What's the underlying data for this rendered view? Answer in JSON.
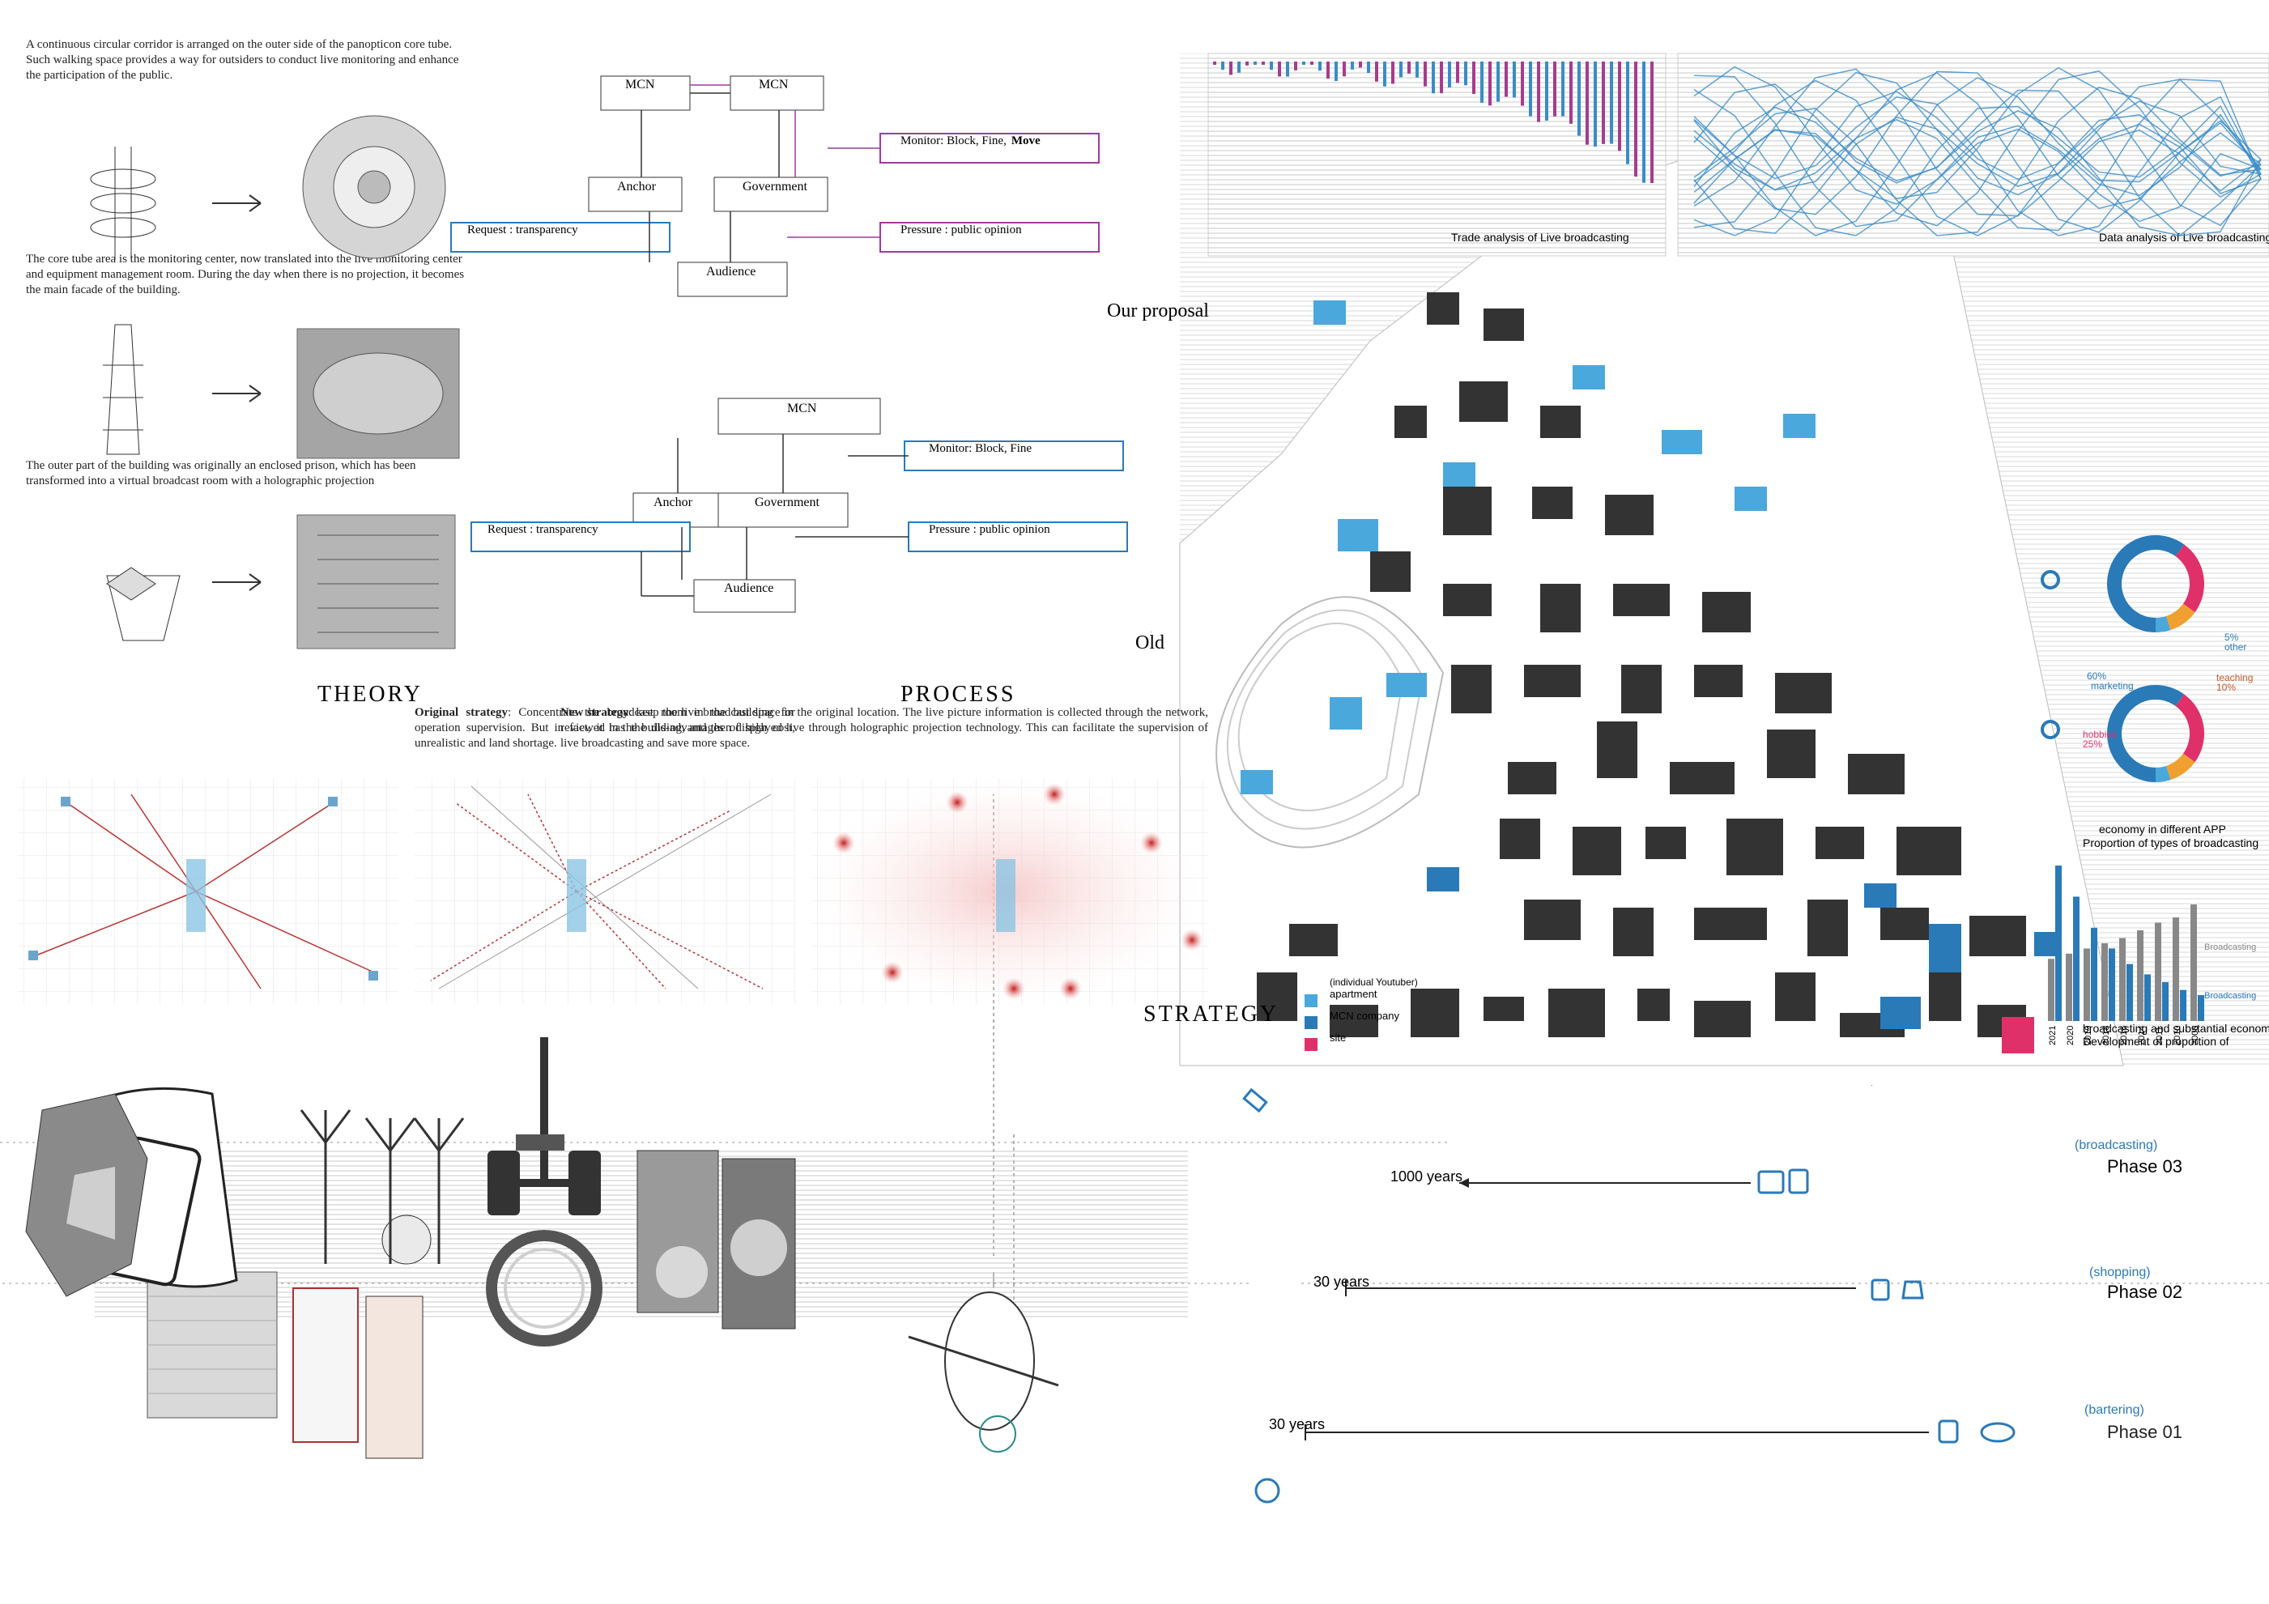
{
  "colors": {
    "accent": "#2a7ab8",
    "light_blue": "#4aa8dc",
    "pink": "#e0306a",
    "orange": "#f0a030",
    "purple": "#9b3c9b",
    "dark": "#333333"
  },
  "sections": {
    "strategy": "STRATEGY",
    "process": "PROCESS",
    "theory": "THEORY"
  },
  "strategy_text": {
    "original_bold": "Original strategy",
    "original_rest": ": Concentrate the broadcast room in the building for operation supervision. But in fact, it has the dis-advantages of high cost, unrealistic and land shortage.",
    "new_bold": "New strategy",
    "new_rest": ": keep the live broadcast space in the original location. The live picture information is collected through the network, reviewed in the building, and then displayed live through holographic projection technology. This can facilitate the supervision of live broadcasting and save more space."
  },
  "process": {
    "old_title": "Old",
    "proposal_title": "Our proposal",
    "audience": "Audience",
    "anchor": "Anchor",
    "government": "Government",
    "mcn": "MCN",
    "pressure": "Pressure :   public opinion",
    "request": "Request : transparency",
    "monitor_old": "Monitor:  Block,   Fine",
    "monitor_new_prefix": "Monitor:  Block,  Fine,",
    "monitor_new_bold": "Move"
  },
  "theory": [
    {
      "text": "The outer part of the building was originally an enclosed prison, which has been transformed into a virtual broadcast room with a holographic projection"
    },
    {
      "text": "The core tube area is the monitoring center, now translated into the live monitoring center and equipment management room. During the day when there is no projection, it becomes the main facade of the building."
    },
    {
      "text": "A continuous circular corridor is arranged on the outer side of the panopticon core tube. Such walking space provides a way for outsiders to conduct live monitoring and enhance the participation of the public."
    }
  ],
  "charts": {
    "trade_title": "Trade analysis of Live broadcasting",
    "data_title": "Data analysis of Live broadcasting",
    "proportion_title_1": "Proportion of types of broadcasting",
    "proportion_title_2": "economy in different APP",
    "development_title_1": "Development of proportion of",
    "development_title_2": "broadcasting and substantial economy",
    "series_broadcasting": "Broadcasting",
    "series_other": "Broadcasting",
    "years": [
      "2008",
      "2010",
      "2011",
      "2014",
      "2016",
      "2018",
      "2019",
      "2020",
      "2021"
    ],
    "donut_labels": {
      "other": "other",
      "other_pct": "5%",
      "teaching": "teaching",
      "teaching_pct": "10%",
      "marketing": "marketing",
      "marketing_pct": "60%",
      "hobbies": "hobbies",
      "hobbies_pct": "25%"
    }
  },
  "chart_data": [
    {
      "type": "pie",
      "title": "",
      "labels": [
        "marketing",
        "hobbies",
        "teaching",
        "other"
      ],
      "values": [
        60,
        25,
        10,
        5
      ]
    },
    {
      "type": "pie",
      "title": "",
      "labels": [
        "marketing",
        "hobbies",
        "teaching",
        "other"
      ],
      "values": [
        60,
        25,
        10,
        5
      ]
    },
    {
      "type": "bar",
      "title": "Development of proportion of broadcasting and substantial economy",
      "categories": [
        "2008",
        "2010",
        "2011",
        "2014",
        "2016",
        "2018",
        "2019",
        "2020",
        "2021"
      ],
      "series": [
        {
          "name": "Broadcasting",
          "values": [
            10,
            12,
            15,
            18,
            22,
            28,
            36,
            48,
            60
          ]
        },
        {
          "name": "Broadcasting",
          "values": [
            45,
            40,
            38,
            35,
            32,
            30,
            28,
            26,
            24
          ]
        }
      ]
    }
  ],
  "map_legend": [
    {
      "label": "site",
      "color": "#e0306a"
    },
    {
      "label": "MCN company",
      "color": "#2a7ab8"
    },
    {
      "label": "apartment",
      "sub": "(individual Youtuber)",
      "color": "#4aa8dc"
    }
  ],
  "timeline": [
    {
      "phase": "Phase 01",
      "sub": "(bartering)",
      "duration": "30 years",
      "icons": [
        "bread-icon",
        "fish-icon"
      ]
    },
    {
      "phase": "Phase 02",
      "sub": "(shopping)",
      "duration": "30 years",
      "icons": [
        "bag-icon",
        "cart-icon"
      ]
    },
    {
      "phase": "Phase 03",
      "sub": "(broadcasting)",
      "duration": "1000 years",
      "icons": [
        "phone-icon",
        "screen-icon"
      ]
    }
  ]
}
